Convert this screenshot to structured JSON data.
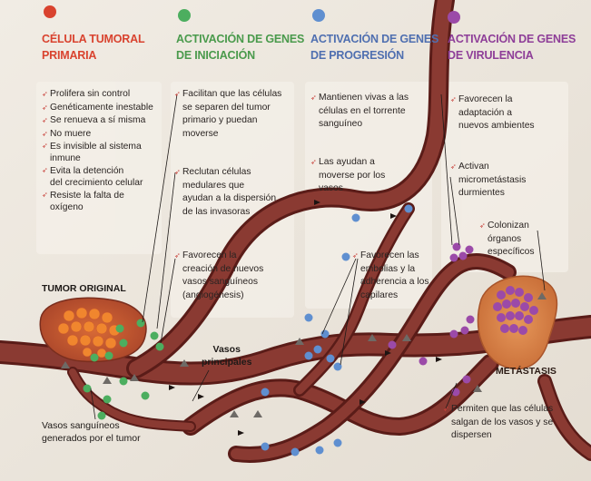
{
  "columns": [
    {
      "id": "primary",
      "dot_color": "#d9432f",
      "title_color": "#d9432f",
      "title_lines": [
        "CÉLULA TUMORAL",
        "PRIMARIA"
      ],
      "items": [
        [
          "Prolifera sin control"
        ],
        [
          "Genéticamente inestable"
        ],
        [
          "Se renueva a sí misma"
        ],
        [
          "No muere"
        ],
        [
          "Es invisible al sistema",
          "inmune"
        ],
        [
          "Evita la detención",
          "del crecimiento celular"
        ],
        [
          "Resiste la falta de",
          "oxígeno"
        ]
      ]
    },
    {
      "id": "initiation",
      "dot_color": "#4cae5f",
      "title_color": "#4a9a4c",
      "title_lines": [
        "ACTIVACIÓN DE GENES",
        "DE INICIACIÓN"
      ],
      "items": [
        [
          "Facilitan que las células",
          "se separen del tumor",
          "primario y puedan",
          "moverse"
        ],
        [
          "Reclutan células",
          "medulares que",
          "ayudan a la dispersión",
          "de las invasoras"
        ],
        [
          "Favorecen la",
          "creación de nuevos",
          "vasos sanguíneos",
          "(angiogénesis)"
        ]
      ]
    },
    {
      "id": "progression",
      "dot_color": "#5f8fd0",
      "title_color": "#4f6fb0",
      "title_lines": [
        "ACTIVACIÓN DE GENES",
        "DE PROGRESIÓN"
      ],
      "items": [
        [
          "Mantienen vivas a las",
          "células en el torrente",
          "sanguíneo"
        ],
        [
          "Las ayudan a",
          "moverse por los",
          "vasos"
        ],
        [
          "Favorecen las",
          "embolias y la",
          "adherencia a los",
          "capilares"
        ]
      ]
    },
    {
      "id": "virulence",
      "dot_color": "#9b4aa8",
      "title_color": "#8e3e98",
      "title_lines": [
        "ACTIVACIÓN DE GENES",
        "DE VIRULENCIA"
      ],
      "items": [
        [
          "Favorecen la",
          "adaptación a",
          "nuevos ambientes"
        ],
        [
          "Activan",
          "micrometástasis",
          "durmientes"
        ],
        [
          "Colonizan",
          "órganos",
          "específicos"
        ],
        [
          "Permiten que las células",
          "salgan de los vasos y se",
          "dispersen"
        ]
      ]
    }
  ],
  "labels": {
    "tumor_original": "TUMOR ORIGINAL",
    "vasos_principales": [
      "Vasos",
      "principales"
    ],
    "vasos_tumor": [
      "Vasos sanguíneos",
      "generados por el tumor"
    ],
    "metastasis": "METÁSTASIS"
  },
  "colors": {
    "vessel": "#7a2e28",
    "tumor": "#c8552e",
    "metastasis": "#d9844a",
    "bullet": "#c8413a"
  }
}
